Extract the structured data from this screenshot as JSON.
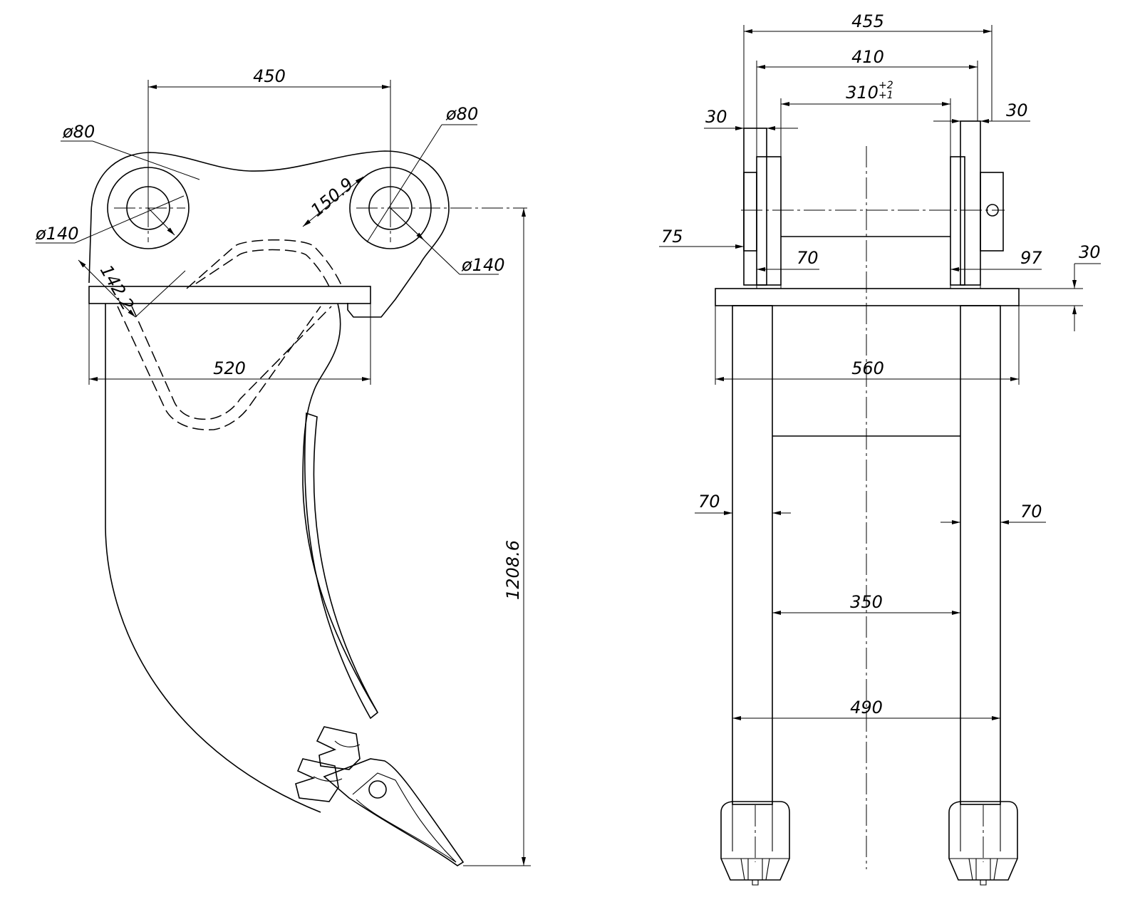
{
  "side_view": {
    "dim_pin_spacing": "450",
    "dim_pin_dia_left": "ø80",
    "dim_boss_dia_left": "ø140",
    "dim_pin_dia_right": "ø80",
    "dim_boss_dia_right": "ø140",
    "dim_offset_right": "150.9",
    "dim_offset_left": "142.2",
    "dim_plate_width": "520",
    "dim_height": "1208.6"
  },
  "front_view": {
    "dim_overall_455": "455",
    "dim_410": "410",
    "dim_310": "310",
    "dim_310_tol_upper": "+2",
    "dim_310_tol_lower": "+1",
    "dim_30_left": "30",
    "dim_30_right": "30",
    "dim_75": "75",
    "dim_70_top": "70",
    "dim_97": "97",
    "dim_30_plate": "30",
    "dim_560": "560",
    "dim_70_left": "70",
    "dim_70_right": "70",
    "dim_350": "350",
    "dim_490": "490"
  }
}
